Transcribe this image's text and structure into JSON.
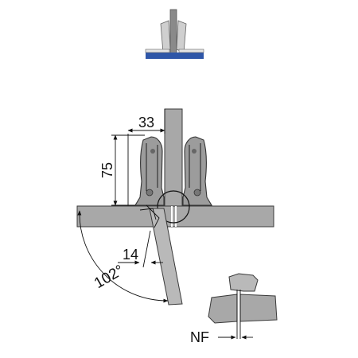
{
  "labels": {
    "dim_width": "33",
    "dim_height": "75",
    "dim_offset": "14",
    "dim_angle": "102°",
    "dim_nf": "NF"
  },
  "colors": {
    "panel_gray": "#a8a8a8",
    "light_gray": "#b9b9b9",
    "top_icon_blue": "#2e56a8",
    "ink": "#111111"
  }
}
